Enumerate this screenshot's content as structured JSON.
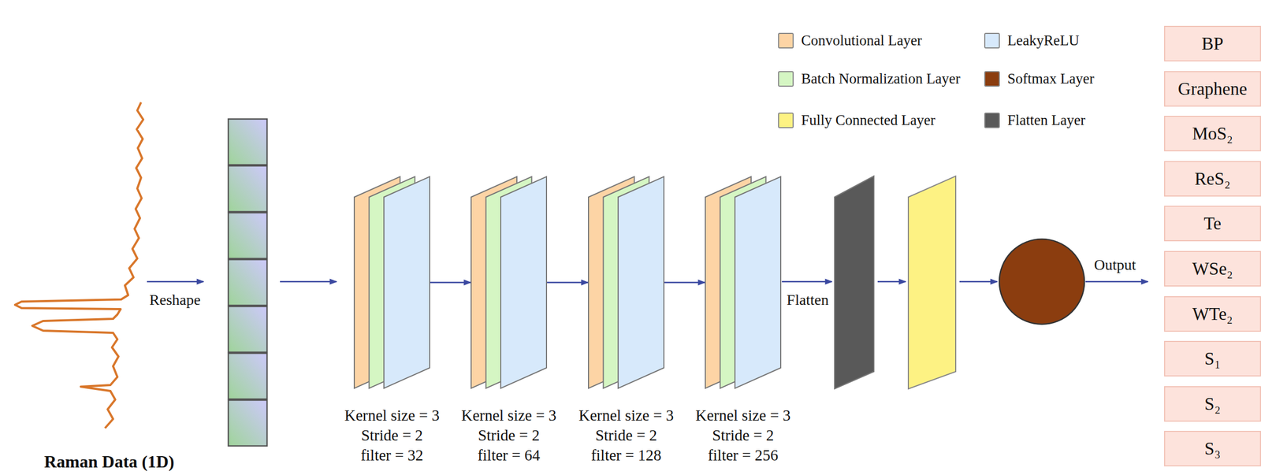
{
  "diagram": {
    "nodes": [
      {
        "text": [
          "Raman Data (1D)"
        ]
      },
      {
        "text": [
          "Kernel size = 3",
          "Stride = 2",
          "filter = 32"
        ]
      },
      {
        "text": [
          "Kernel size = 3",
          "Stride = 2",
          "filter = 64"
        ]
      },
      {
        "text": [
          "Kernel size = 3",
          "Stride = 2",
          "filter = 128"
        ]
      },
      {
        "text": [
          "Kernel size = 3",
          "Stride = 2",
          "filter = 256"
        ]
      },
      {
        "text": [
          "BP"
        ]
      },
      {
        "text": [
          "Graphene"
        ]
      },
      {
        "text": [
          "MoS₂"
        ]
      },
      {
        "text": [
          "ReS₂"
        ]
      },
      {
        "text": [
          "Te"
        ]
      },
      {
        "text": [
          "WSe₂"
        ]
      },
      {
        "text": [
          "WTe₂"
        ]
      },
      {
        "text": [
          "S₁"
        ]
      },
      {
        "text": [
          "S₂"
        ]
      },
      {
        "text": [
          "S₃"
        ]
      }
    ],
    "edges": [
      {
        "from": 1,
        "to": 2,
        "arrow": "to"
      },
      {
        "from": 2,
        "to": 3,
        "arrow": "to"
      },
      {
        "from": 3,
        "to": 4,
        "arrow": "to"
      }
    ],
    "labels": [
      "Reshape",
      "Flatten",
      "Output"
    ],
    "legend": [
      {
        "text": "Convolutional Layer",
        "color": "#fdd4a5"
      },
      {
        "text": "LeakyReLU",
        "color": "#d7e9fb"
      },
      {
        "text": "Batch Normalization Layer",
        "color": "#d5f6c3"
      },
      {
        "text": "Softmax Layer",
        "color": "#8b3d0f"
      },
      {
        "text": "Fully Connected Layer",
        "color": "#fdf283"
      },
      {
        "text": "Flatten Layer",
        "color": "#595959"
      }
    ]
  }
}
